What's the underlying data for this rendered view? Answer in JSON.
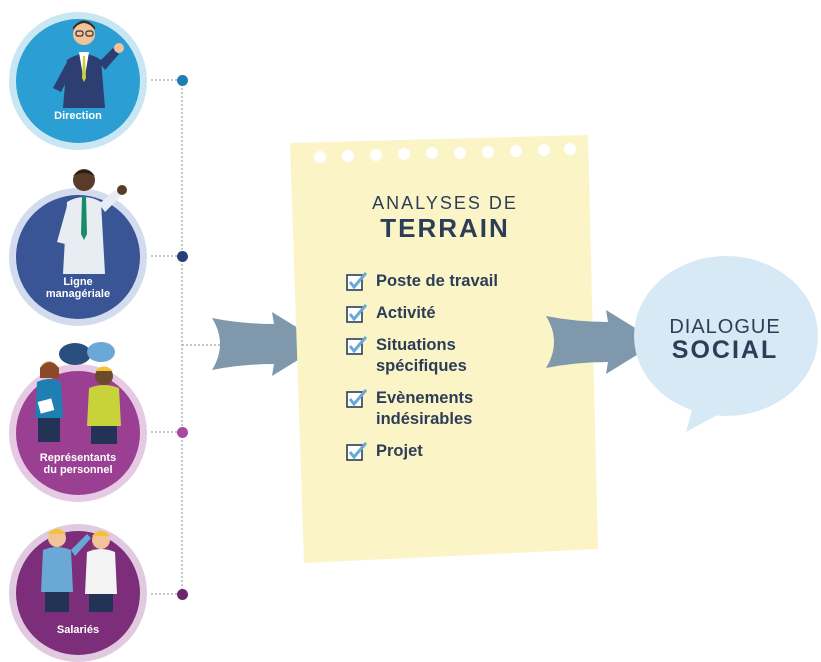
{
  "actors": [
    {
      "id": "direction",
      "label_lines": [
        "Direction"
      ],
      "color": "#2b9fd4",
      "ring": "#c9e6f3",
      "dot": "#1e7fb3"
    },
    {
      "id": "ligne-manageriale",
      "label_lines": [
        "Ligne",
        "managériale"
      ],
      "color": "#3a5595",
      "ring": "#d3dcef",
      "dot": "#2c3e7a"
    },
    {
      "id": "representants",
      "label_lines": [
        "Représentants",
        "du personnel"
      ],
      "color": "#9b3f93",
      "ring": "#e6c9e3",
      "dot": "#a8499f"
    },
    {
      "id": "salaries",
      "label_lines": [
        "Salariés"
      ],
      "color": "#7d2e7a",
      "ring": "#e1c9df",
      "dot": "#6d2770"
    }
  ],
  "note": {
    "title_line1": "ANALYSES DE",
    "title_line2": "TERRAIN",
    "items": [
      {
        "line1": "Poste de travail",
        "line2": ""
      },
      {
        "line1": "Activité",
        "line2": ""
      },
      {
        "line1": "Situations",
        "line2": "spécifiques"
      },
      {
        "line1": "Evènements",
        "line2": "indésirables"
      },
      {
        "line1": "Projet",
        "line2": ""
      }
    ]
  },
  "bubble": {
    "line1": "DIALOGUE",
    "line2": "SOCIAL"
  },
  "colors": {
    "arrow": "#7f98ab",
    "note_bg": "#fbf4c7",
    "bubble_bg": "#d6e9f5",
    "text_dark": "#2c3e57",
    "check": "#6aa8d6"
  }
}
